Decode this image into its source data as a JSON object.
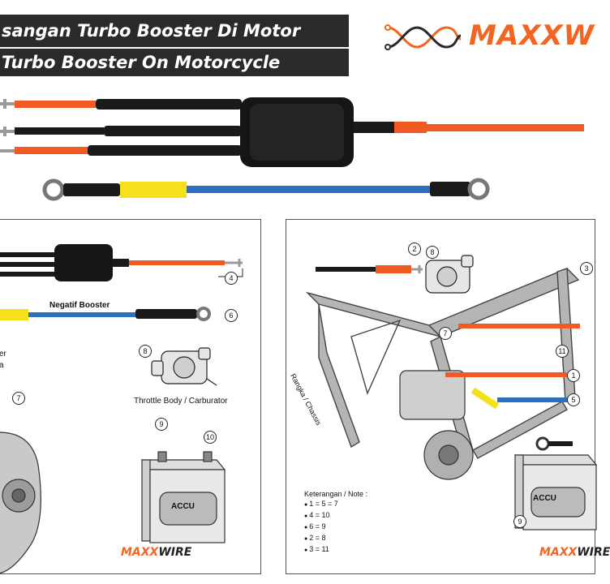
{
  "titles": {
    "line1": "sangan Turbo Booster Di Motor",
    "line2": "Turbo Booster On Motorcycle"
  },
  "brand": {
    "top_word": "MAXXW",
    "small_maxx": "MAXX",
    "small_wire": "WIRE",
    "accent": "#f26522",
    "dark": "#2a2a2a"
  },
  "left_panel": {
    "negatif_label": "Negatif Booster",
    "throttle_label": "Throttle Body / Carburator",
    "cut_text_1": "er",
    "cut_text_2": "a",
    "accu_label": "ACCU",
    "numbers": [
      "4",
      "6",
      "7",
      "8",
      "9",
      "10"
    ]
  },
  "right_panel": {
    "frame_label": "Rangka / Chassis",
    "accu_label": "ACCU",
    "note_title": "Keterangan / Note :",
    "notes": [
      "1 = 5 = 7",
      "4 = 10",
      "6 = 9",
      "2 = 8",
      "3 = 11"
    ],
    "numbers": [
      "2",
      "8",
      "7",
      "11",
      "1",
      "5",
      "3",
      "9"
    ]
  },
  "colors": {
    "orange_wire": "#f15a22",
    "blue_wire": "#2f6fc0",
    "yellow_sleeve": "#f4e11c",
    "black_wire": "#1a1a1a",
    "gray_metal": "#9a9a9a"
  }
}
